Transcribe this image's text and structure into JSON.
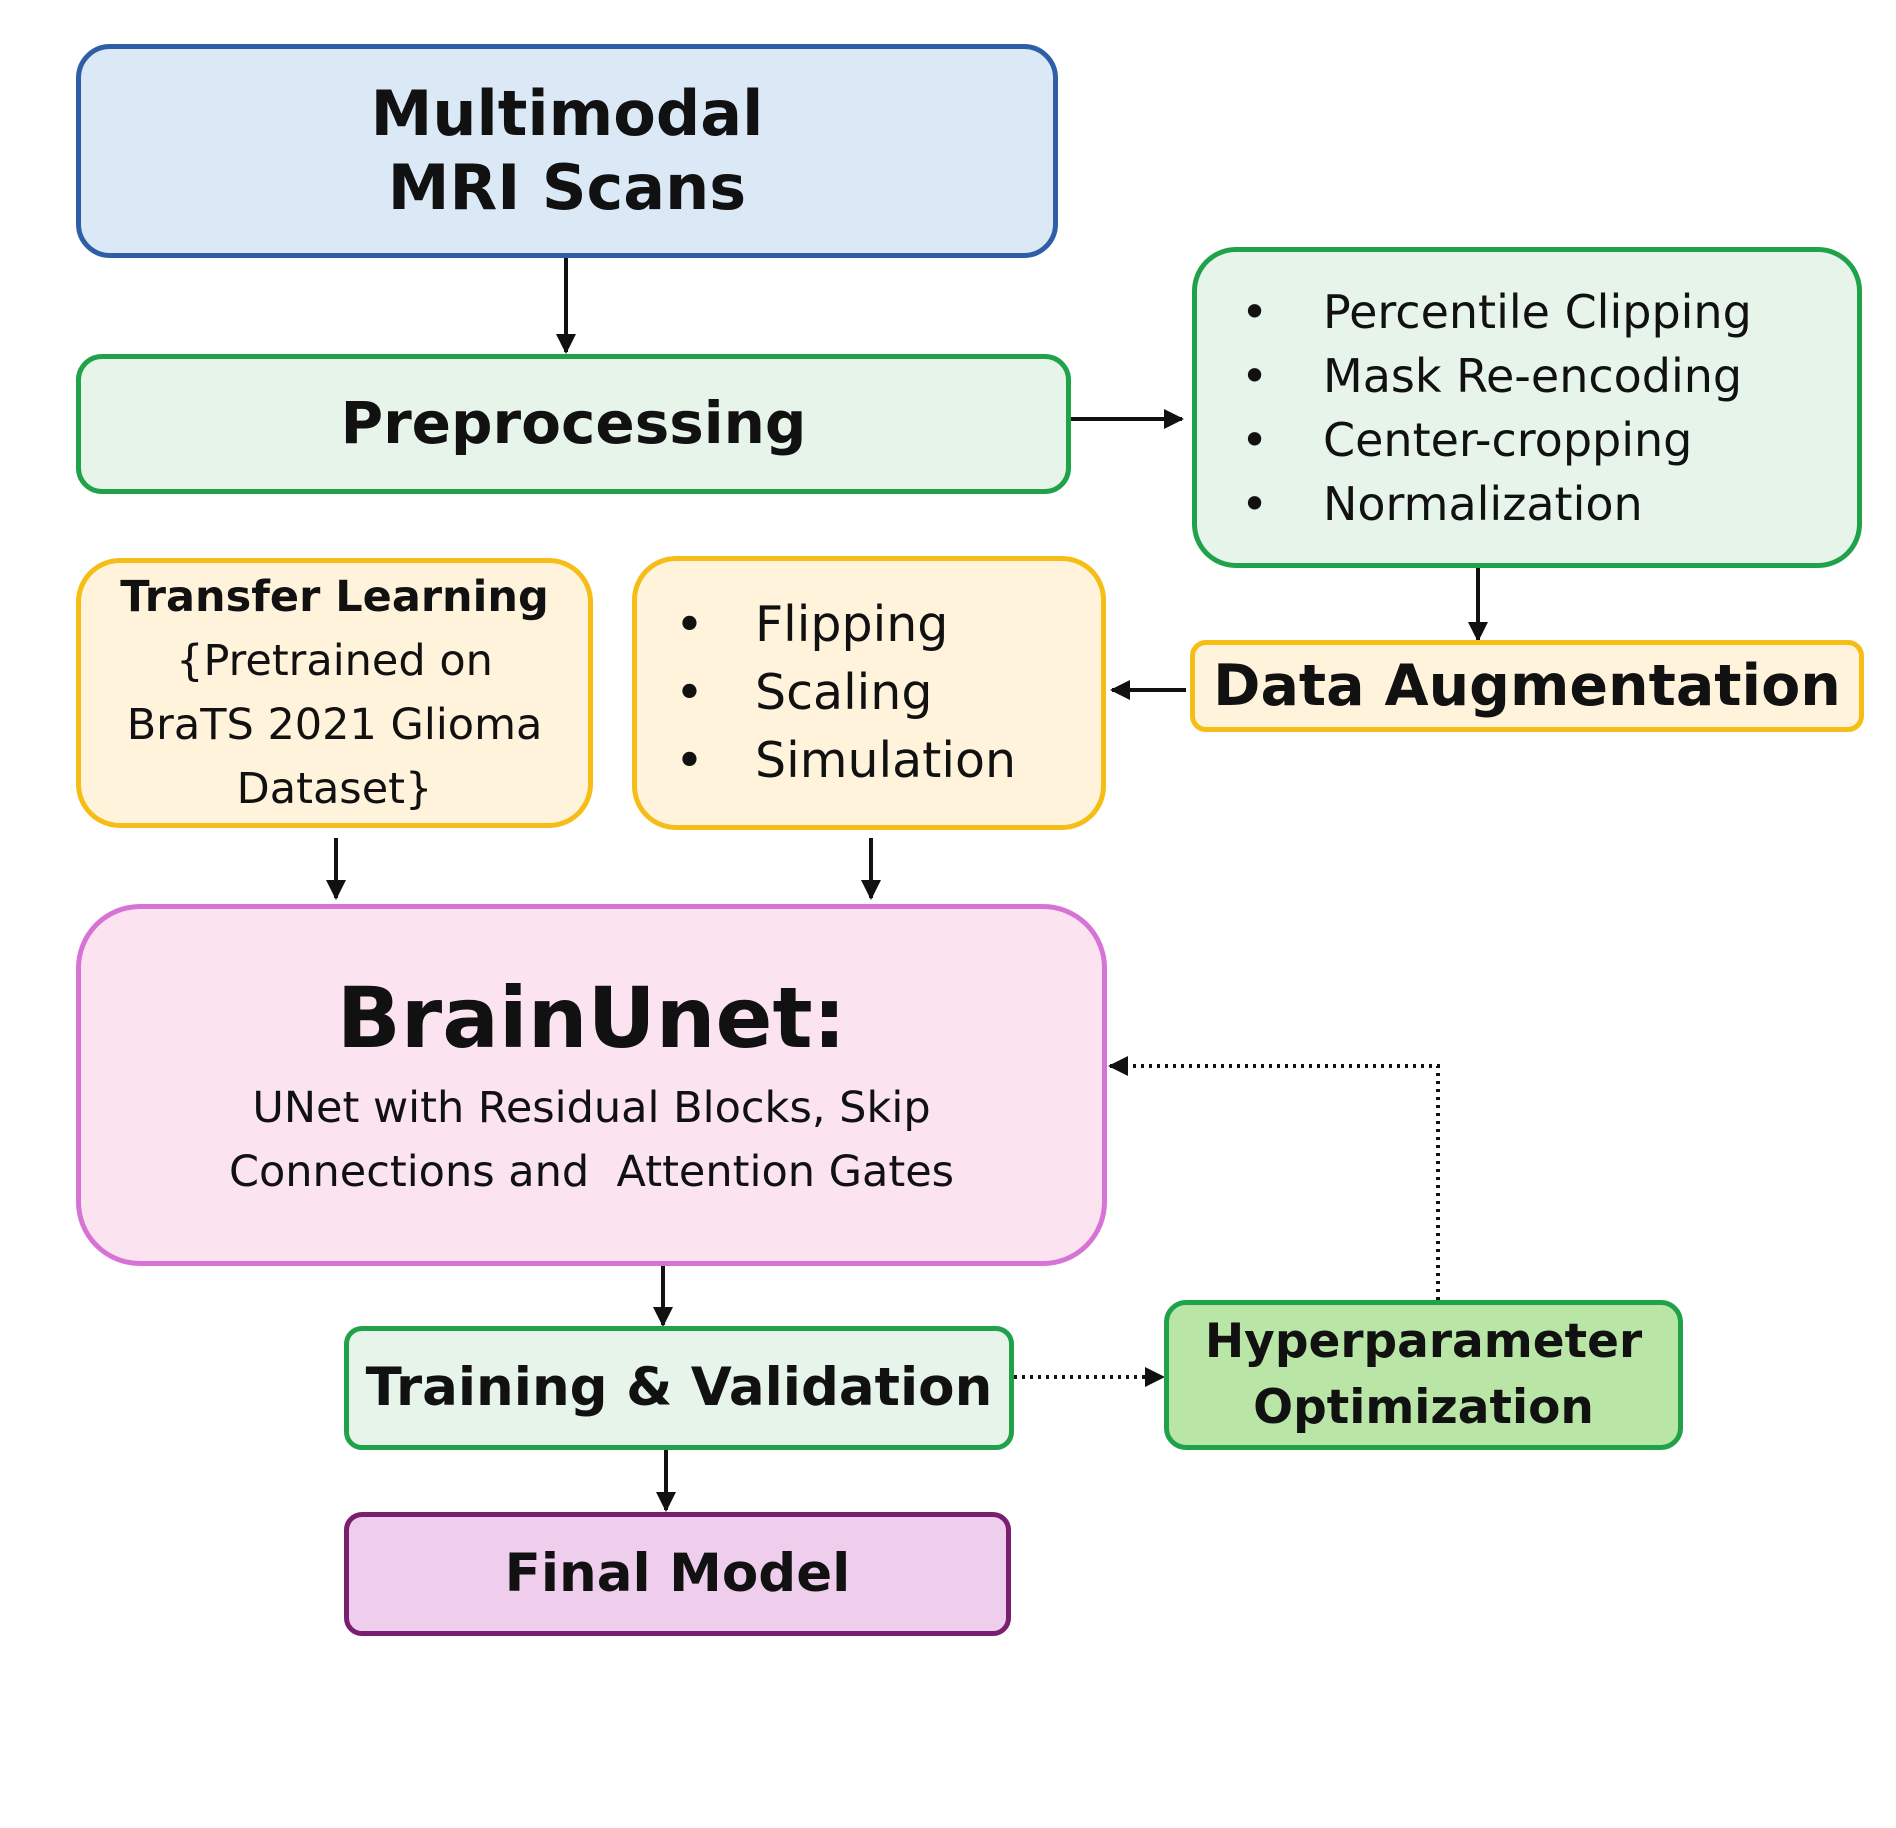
{
  "nodes": {
    "mri": {
      "line1": "Multimodal",
      "line2": "MRI Scans"
    },
    "preprocessing": {
      "label": "Preprocessing"
    },
    "preprocessing_steps": [
      "Percentile Clipping",
      "Mask Re-encoding",
      "Center-cropping",
      "Normalization"
    ],
    "data_augmentation": {
      "label": "Data Augmentation"
    },
    "augmentation_steps": [
      "Flipping",
      "Scaling",
      "Simulation"
    ],
    "transfer_learning": {
      "title": "Transfer Learning",
      "line1": "{Pretrained on",
      "line2": "BraTS 2021 Glioma",
      "line3": "Dataset}"
    },
    "brainunet": {
      "title": "BrainUnet:",
      "line1": "UNet with Residual Blocks, Skip",
      "line2": "Connections and  Attention Gates"
    },
    "training": {
      "label": "Training & Validation"
    },
    "hyperparameter": {
      "line1": "Hyperparameter",
      "line2": "Optimization"
    },
    "final_model": {
      "label": "Final Model"
    }
  },
  "bullet_glyph": "•",
  "colors": {
    "blue_fill": "#dbe8f6",
    "blue_border": "#2e5fa6",
    "green_fill": "#e6f4e9",
    "green_border": "#1fa24a",
    "yellow_fill": "#fff3dc",
    "yellow_border": "#f6bd16",
    "pink_fill": "#fbe4ef",
    "pink_border": "#d873d6",
    "dark_green_fill": "#b9e5a6",
    "purple_fill": "#efcdec",
    "purple_border": "#7a1f6f",
    "arrow": "#111111"
  }
}
